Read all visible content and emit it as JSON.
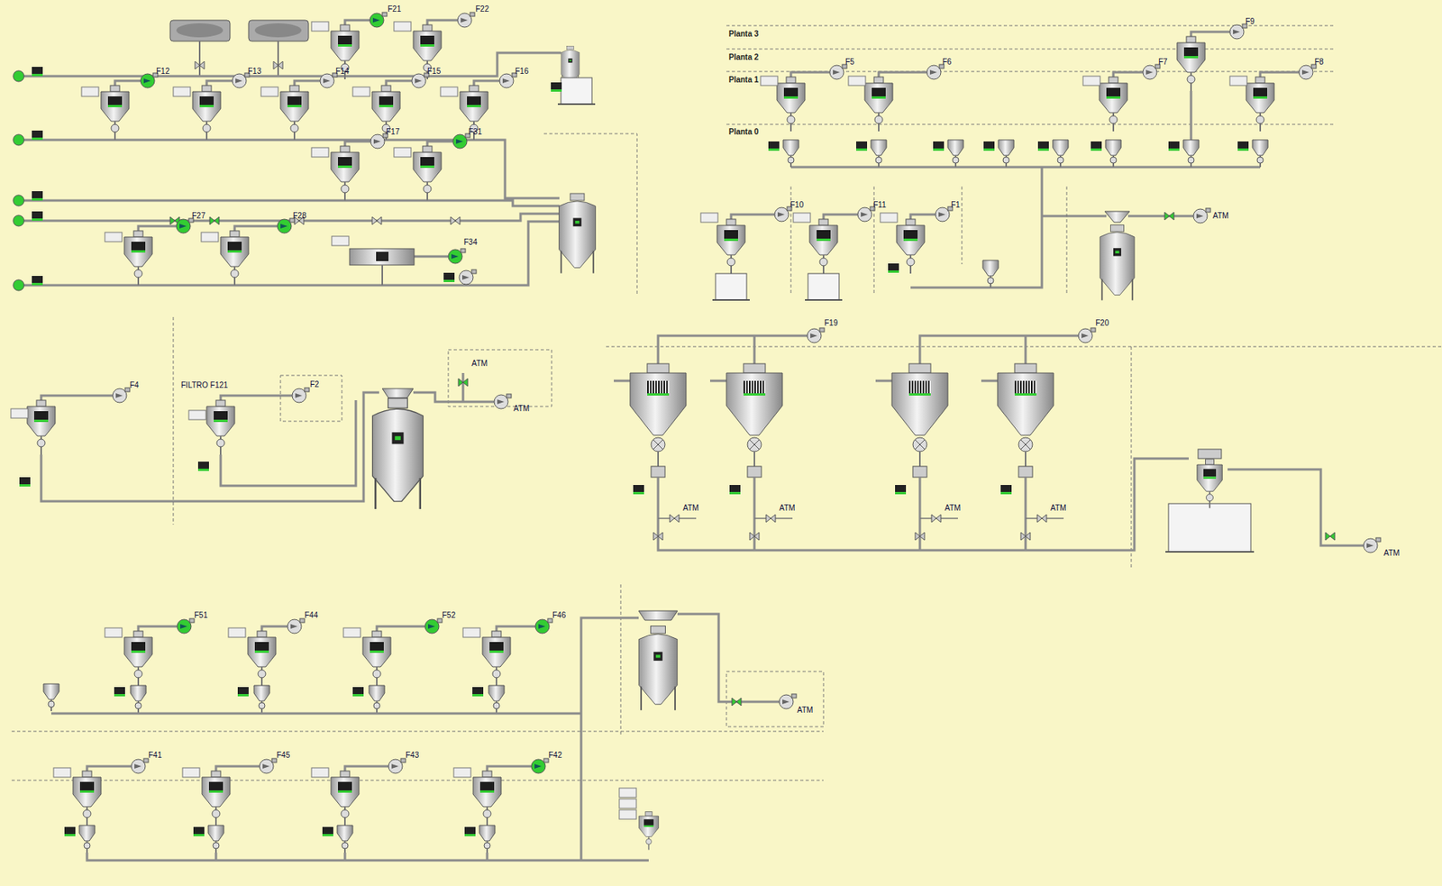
{
  "diagram": {
    "labels": [
      "Planta 3",
      "Planta 2",
      "Planta 1",
      "Planta 0",
      "F21",
      "F22",
      "F12",
      "F13",
      "F14",
      "F15",
      "F16",
      "F17",
      "F31",
      "F27",
      "F28",
      "F34",
      "F5",
      "F6",
      "F7",
      "F8",
      "F9",
      "F10",
      "F11",
      "F1",
      "ATM",
      "F4",
      "FILTRO F121",
      "F2",
      "ATM",
      "ATM",
      "F19",
      "F20",
      "ATM",
      "ATM",
      "ATM",
      "ATM",
      "ATM",
      "F51",
      "F44",
      "F52",
      "F46",
      "ATM",
      "F41",
      "F45",
      "F43",
      "F42"
    ]
  }
}
